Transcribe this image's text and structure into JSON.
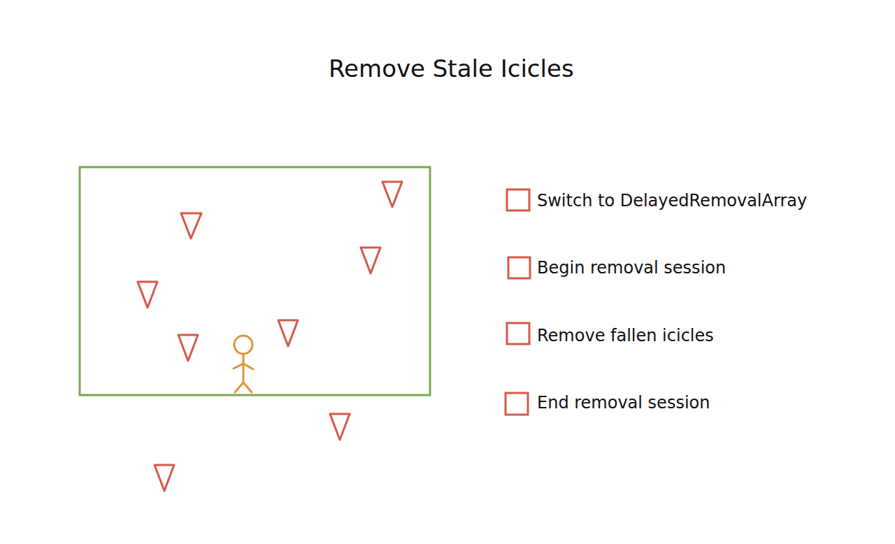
{
  "diagram": {
    "title": "Remove Stale Icicles",
    "labels": [
      "Switch to DelayedRemovalArray",
      "Begin removal session",
      "Remove fallen icicles",
      "End removal session"
    ]
  }
}
